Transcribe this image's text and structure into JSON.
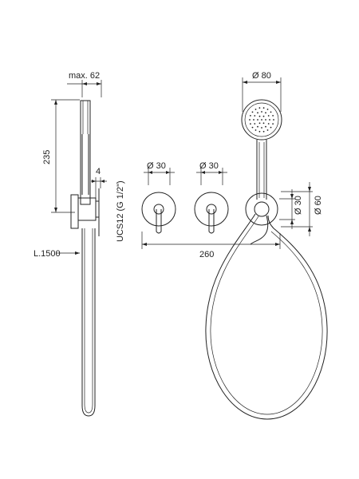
{
  "dimensions": {
    "max_width": "max. 62",
    "height": "235",
    "offset": "4",
    "hose_length": "L.1500",
    "connection": "UCS12 (G 1/2\")",
    "mixer_diameter_left": "Ø 30",
    "mixer_diameter_right": "Ø 30",
    "span": "260",
    "head_diameter": "Ø 80",
    "outlet_inner": "Ø 30",
    "outlet_outer": "Ø 60"
  },
  "colors": {
    "line": "#222222",
    "background": "#ffffff"
  }
}
